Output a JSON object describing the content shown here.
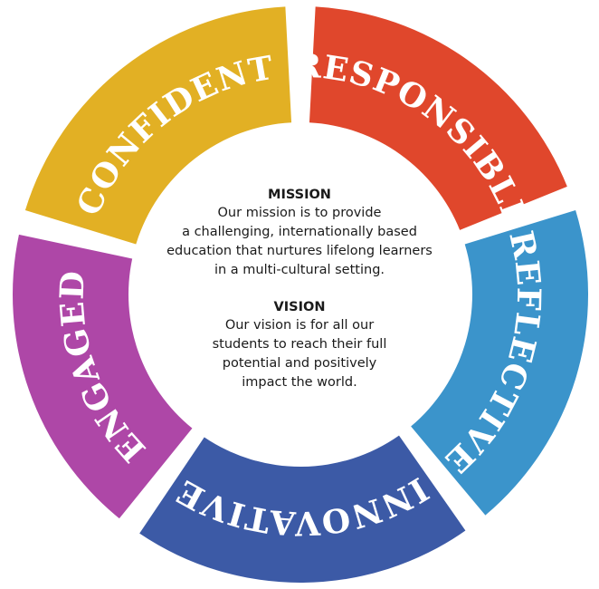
{
  "segments": [
    {
      "label": "CONFIDENT",
      "color": "#E2B024"
    },
    {
      "label": "RESPONSIBLE",
      "color": "#E0472C"
    },
    {
      "label": "REFLECTIVE",
      "color": "#3B94CB"
    },
    {
      "label": "INNOVATIVE",
      "color": "#3C5AA6"
    },
    {
      "label": "ENGAGED",
      "color": "#AE47A7"
    }
  ],
  "mission": {
    "title": "MISSION",
    "lines": [
      "Our mission is to provide",
      "a challenging, internationally based",
      "education that nurtures lifelong learners",
      "in a multi-cultural setting."
    ]
  },
  "vision": {
    "title": "VISION",
    "lines": [
      "Our vision is for all our",
      "students to reach their full",
      "potential and positively",
      "impact the world."
    ]
  }
}
